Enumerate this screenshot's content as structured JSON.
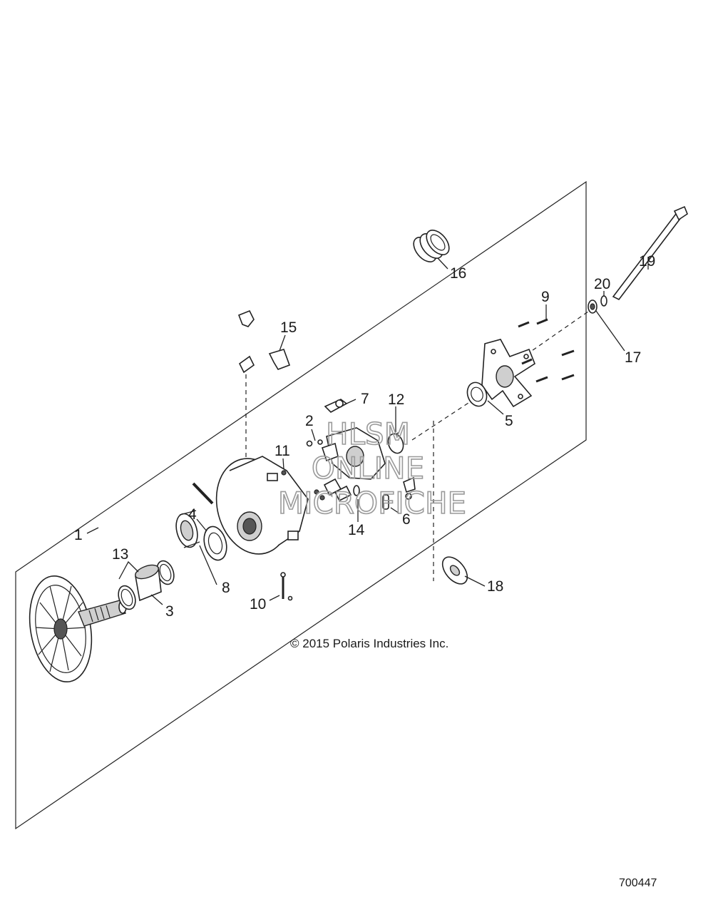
{
  "diagram": {
    "callouts": [
      "1",
      "2",
      "3",
      "4",
      "5",
      "6",
      "7",
      "8",
      "9",
      "10",
      "11",
      "12",
      "13",
      "14",
      "15",
      "16",
      "17",
      "18",
      "19",
      "20"
    ],
    "copyright": "© 2015 Polaris Industries Inc.",
    "drawing_number": "700447",
    "watermark": {
      "line1": "HLSM",
      "line2": "ONLINE",
      "line3": "MICROFICHE"
    }
  }
}
